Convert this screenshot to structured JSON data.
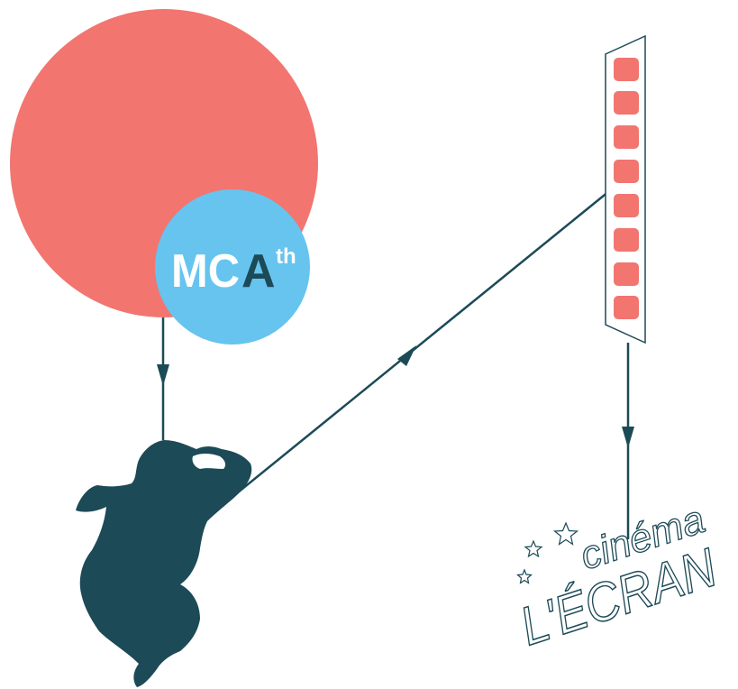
{
  "colors": {
    "coral": "#f27570",
    "sky": "#66c4ef",
    "teal": "#1c4a57",
    "white": "#ffffff"
  },
  "logo": {
    "mc": "MC",
    "a": "A",
    "sup": "th"
  },
  "cinema": {
    "small": "cinéma",
    "big": "L'ÉCRAN"
  },
  "icons": {
    "person": "crouching-person-silhouette-icon",
    "film": "film-strip-icon",
    "stars": "star-icon"
  }
}
